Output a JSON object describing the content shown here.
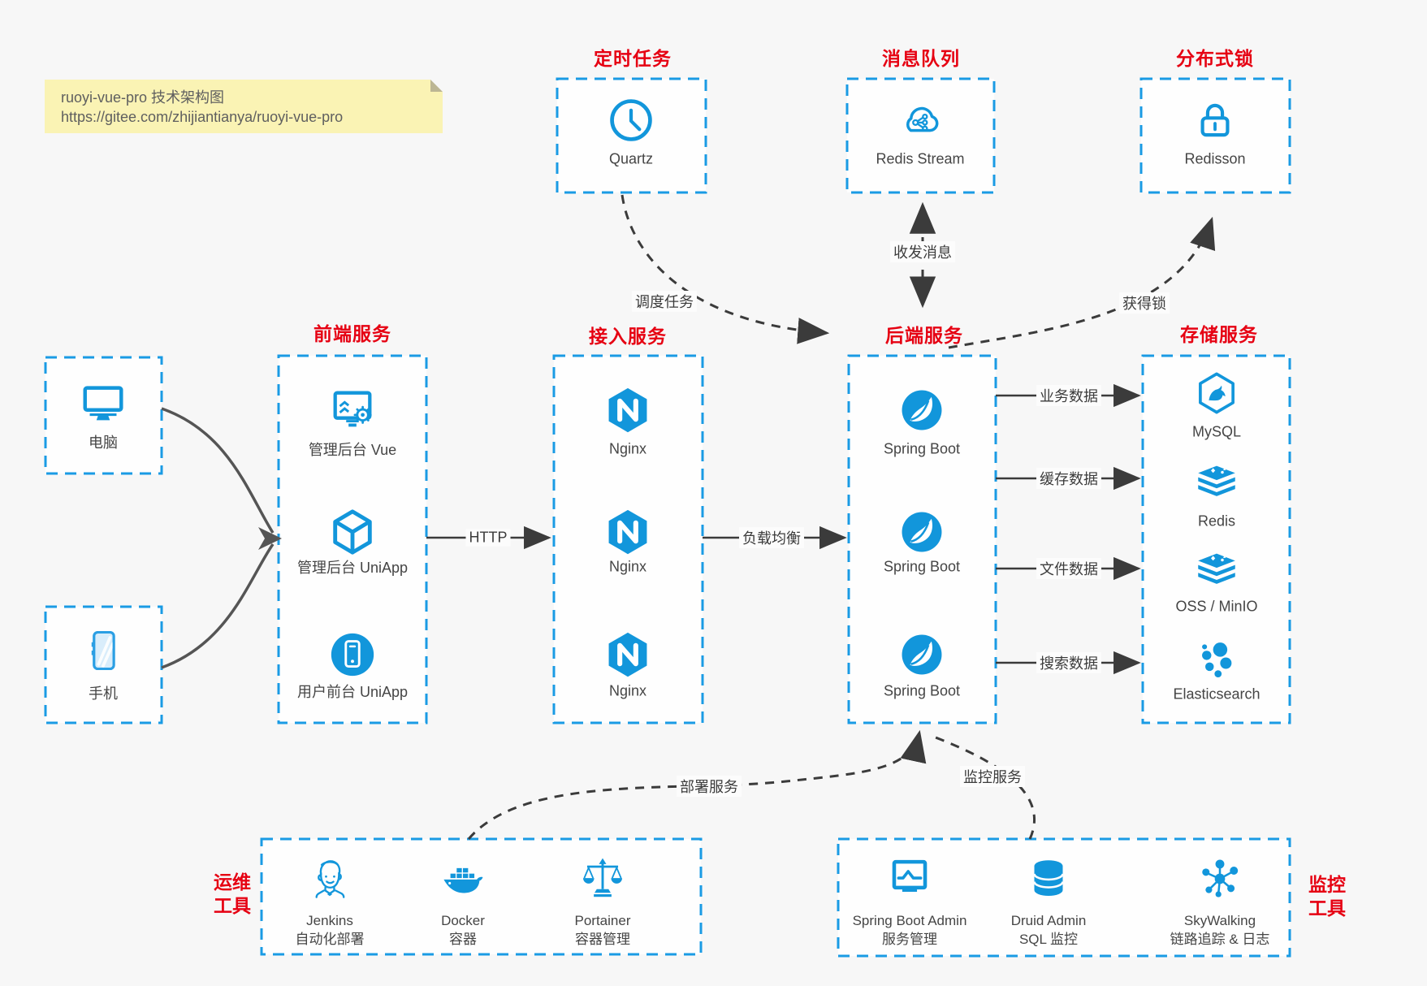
{
  "note": {
    "title": "ruoyi-vue-pro 技术架构图",
    "url": "https://gitee.com/zhijiantianya/ruoyi-vue-pro"
  },
  "top_groups": [
    {
      "title": "定时任务",
      "label": "Quartz",
      "icon": "clock-icon"
    },
    {
      "title": "消息队列",
      "label": "Redis Stream",
      "icon": "cloud-stream-icon"
    },
    {
      "title": "分布式锁",
      "label": "Redisson",
      "icon": "lock-icon"
    }
  ],
  "clients": [
    {
      "label": "电脑",
      "icon": "desktop-icon"
    },
    {
      "label": "手机",
      "icon": "mobile-icon"
    }
  ],
  "columns": [
    {
      "title": "前端服务",
      "items": [
        {
          "label": "管理后台 Vue",
          "icon": "admin-vue-icon"
        },
        {
          "label": "管理后台 UniApp",
          "icon": "uniapp-cube-icon"
        },
        {
          "label": "用户前台 UniApp",
          "icon": "user-app-icon"
        }
      ]
    },
    {
      "title": "接入服务",
      "items": [
        {
          "label": "Nginx",
          "icon": "nginx-icon"
        },
        {
          "label": "Nginx",
          "icon": "nginx-icon"
        },
        {
          "label": "Nginx",
          "icon": "nginx-icon"
        }
      ]
    },
    {
      "title": "后端服务",
      "items": [
        {
          "label": "Spring Boot",
          "icon": "spring-icon"
        },
        {
          "label": "Spring Boot",
          "icon": "spring-icon"
        },
        {
          "label": "Spring Boot",
          "icon": "spring-icon"
        }
      ]
    },
    {
      "title": "存储服务",
      "items": [
        {
          "label": "MySQL",
          "icon": "mysql-icon"
        },
        {
          "label": "Redis",
          "icon": "redis-stack-icon"
        },
        {
          "label": "OSS / MinIO",
          "icon": "oss-stack-icon"
        },
        {
          "label": "Elasticsearch",
          "icon": "elasticsearch-icon"
        }
      ]
    }
  ],
  "bottom_groups": [
    {
      "title": "运维工具",
      "items": [
        {
          "label": "Jenkins",
          "sublabel": "自动化部署",
          "icon": "jenkins-icon"
        },
        {
          "label": "Docker",
          "sublabel": "容器",
          "icon": "docker-icon"
        },
        {
          "label": "Portainer",
          "sublabel": "容器管理",
          "icon": "portainer-icon"
        }
      ]
    },
    {
      "title": "监控工具",
      "items": [
        {
          "label": "Spring Boot Admin",
          "sublabel": "服务管理",
          "icon": "monitor-chart-icon"
        },
        {
          "label": "Druid Admin",
          "sublabel": "SQL 监控",
          "icon": "database-icon"
        },
        {
          "label": "SkyWalking",
          "sublabel": "链路追踪 & 日志",
          "icon": "topology-icon"
        }
      ]
    }
  ],
  "edges": {
    "http": "HTTP",
    "load_balance": "负载均衡",
    "business_data": "业务数据",
    "cache_data": "缓存数据",
    "file_data": "文件数据",
    "search_data": "搜索数据",
    "schedule_task": "调度任务",
    "send_receive_message": "收发消息",
    "acquire_lock": "获得锁",
    "deploy_service": "部署服务",
    "monitor_service": "监控服务"
  },
  "colors": {
    "accent_blue": "#1296db",
    "border_blue": "#1a9be4",
    "title_red": "#e60012",
    "arrow_dark": "#3b3b3b",
    "note_bg": "#faf3b4"
  }
}
